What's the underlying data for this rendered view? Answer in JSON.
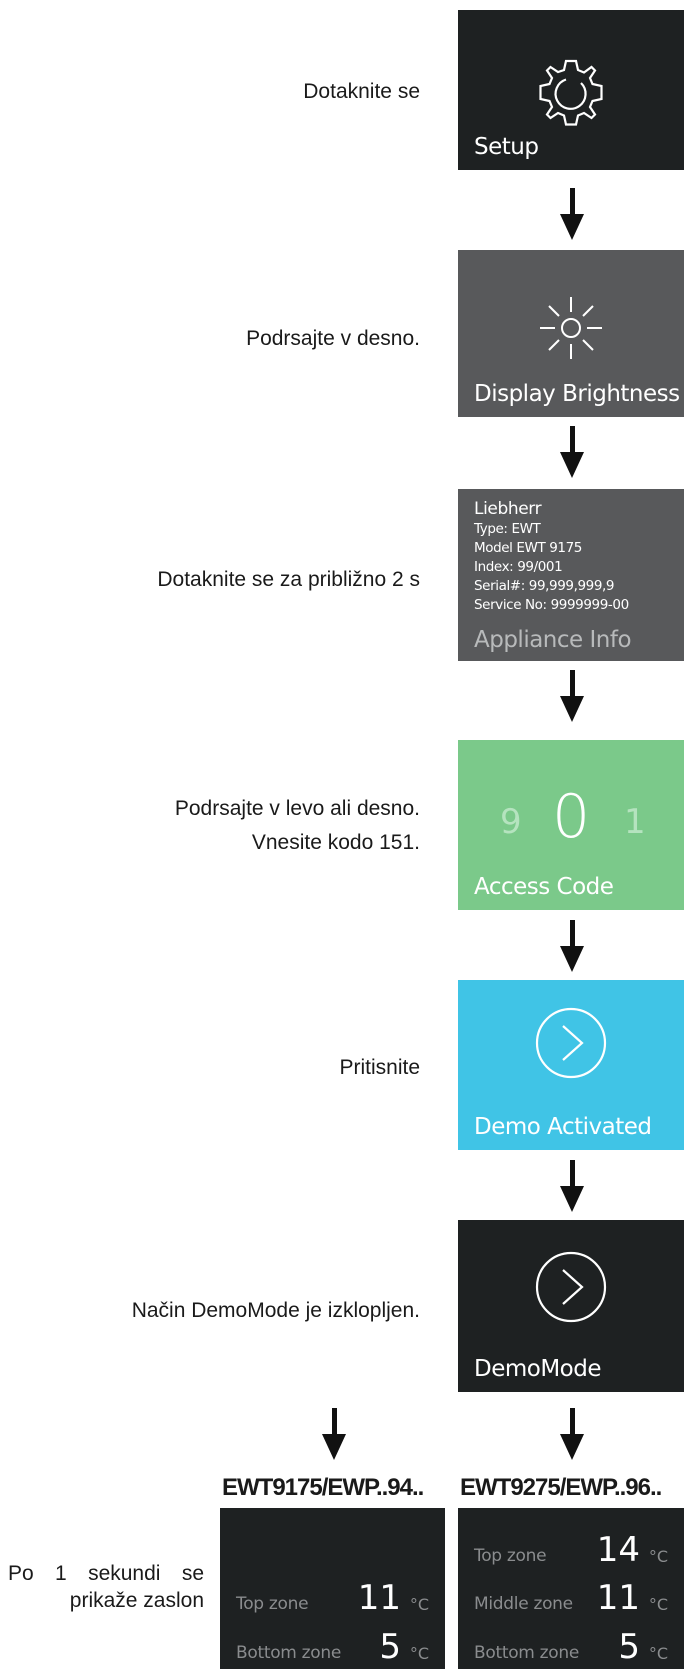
{
  "steps": [
    {
      "instruction": [
        "Dotaknite se"
      ],
      "tile_label": "Setup",
      "tile_icon": "gear-icon",
      "tile_color": "#1e2122"
    },
    {
      "instruction": [
        "Podrsajte v desno."
      ],
      "tile_label": "Display Brightness",
      "tile_icon": "sun-icon",
      "tile_color": "#58595b"
    },
    {
      "instruction": [
        "Dotaknite se za približno 2 s"
      ],
      "tile_label": "Appliance Info",
      "tile_color": "#58595b",
      "info_lines": [
        "Liebherr",
        "Type: EWT",
        "Model EWT 9175",
        "Index: 99/001",
        "Serial#: 99,999,999,9",
        "Service No: 9999999-00"
      ]
    },
    {
      "instruction": [
        "Podrsajte v levo ali desno.",
        "Vnesite kodo 151."
      ],
      "tile_label": "Access Code",
      "tile_color": "#7bc98a",
      "code_digits": [
        "9",
        "0",
        "1"
      ]
    },
    {
      "instruction": [
        "Pritisnite"
      ],
      "tile_label": "Demo Activated",
      "tile_icon": "play-circle-icon",
      "tile_color": "#40c4e6"
    },
    {
      "instruction": [
        "Način DemoMode je izklopljen."
      ],
      "tile_label": "DemoMode",
      "tile_icon": "play-circle-icon",
      "tile_color": "#1e2122"
    }
  ],
  "final": {
    "instruction": [
      "Po 1 sekundi se",
      "prikaže zaslon"
    ],
    "models": [
      {
        "title": "EWT9175/EWP..94..",
        "zones": [
          {
            "name": "Top zone",
            "value": "11",
            "unit": "°C"
          },
          {
            "name": "Bottom zone",
            "value": "5",
            "unit": "°C"
          }
        ]
      },
      {
        "title": "EWT9275/EWP..96..",
        "zones": [
          {
            "name": "Top zone",
            "value": "14",
            "unit": "°C"
          },
          {
            "name": "Middle zone",
            "value": "11",
            "unit": "°C"
          },
          {
            "name": "Bottom zone",
            "value": "5",
            "unit": "°C"
          }
        ]
      }
    ]
  }
}
